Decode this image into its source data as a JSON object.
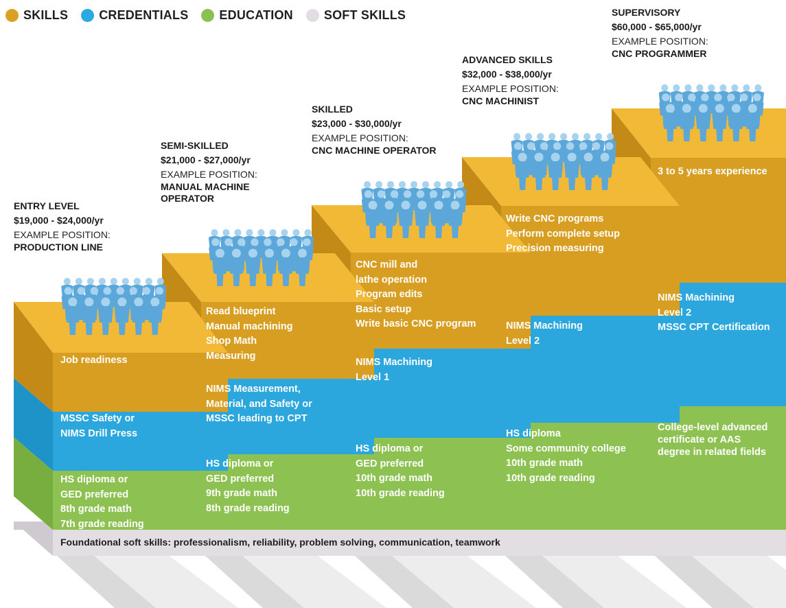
{
  "legend": [
    {
      "label": "SKILLS",
      "color": "#DCA025"
    },
    {
      "label": "CREDENTIALS",
      "color": "#2AAAE1"
    },
    {
      "label": "EDUCATION",
      "color": "#8CC152"
    },
    {
      "label": "SOFT SKILLS",
      "color": "#E2DDE2"
    }
  ],
  "colors": {
    "skills_front": "#D89E21",
    "skills_side": "#C48A18",
    "skills_top": "#F1B935",
    "credentials_front": "#2CA7DD",
    "credentials_side": "#1E93C8",
    "education_front": "#8DC253",
    "education_side": "#78AE3F",
    "soft_front": "#E2DEE2",
    "soft_side": "#CFCACF",
    "people_head": "#A8D3EF",
    "people_body": "#5BA7DA"
  },
  "steps": [
    {
      "level": "ENTRY LEVEL",
      "salary": "$19,000 - $24,000/yr",
      "example_label": "EXAMPLE POSITION:",
      "position": "PRODUCTION LINE",
      "skills": [
        "Job readiness"
      ],
      "credentials": [
        "MSSC Safety or",
        "NIMS Drill Press"
      ],
      "education": [
        "HS diploma or",
        "GED preferred",
        "8th grade math",
        "7th grade reading"
      ]
    },
    {
      "level": "SEMI-SKILLED",
      "salary": "$21,000 - $27,000/yr",
      "example_label": "EXAMPLE POSITION:",
      "position": "MANUAL MACHINE\nOPERATOR",
      "skills": [
        "Read blueprint",
        "Manual machining",
        "Shop Math",
        "Measuring"
      ],
      "credentials": [
        "NIMS Measurement,",
        "Material, and Safety or",
        "MSSC leading to CPT"
      ],
      "education": [
        "HS diploma or",
        "GED preferred",
        "9th grade math",
        "8th grade reading"
      ]
    },
    {
      "level": "SKILLED",
      "salary": "$23,000 - $30,000/yr",
      "example_label": "EXAMPLE POSITION:",
      "position": "CNC MACHINE OPERATOR",
      "skills": [
        "CNC mill and",
        "lathe operation",
        "Program edits",
        "Basic setup",
        "Write basic CNC program"
      ],
      "credentials": [
        "NIMS Machining",
        "Level 1"
      ],
      "education": [
        "HS diploma or",
        "GED preferred",
        "10th grade math",
        "10th grade reading"
      ]
    },
    {
      "level": "ADVANCED SKILLS",
      "salary": "$32,000 - $38,000/yr",
      "example_label": "EXAMPLE POSITION:",
      "position": "CNC MACHINIST",
      "skills": [
        "Write CNC programs",
        "Perform complete setup",
        "Precision measuring"
      ],
      "credentials": [
        "NIMS Machining",
        "Level 2"
      ],
      "education": [
        "HS diploma",
        "Some community college",
        "10th grade math",
        "10th grade reading"
      ]
    },
    {
      "level": "SUPERVISORY",
      "salary": "$60,000 - $65,000/yr",
      "example_label": "EXAMPLE POSITION:",
      "position": "CNC PROGRAMMER",
      "skills": [
        "3 to 5 years experience"
      ],
      "credentials": [
        "NIMS Machining",
        "Level 2",
        "MSSC CPT Certification"
      ],
      "education": [
        "College-level advanced",
        "certificate or AAS",
        "degree in related fields"
      ]
    }
  ],
  "soft_skills": "Foundational soft skills: professionalism, reliability, problem solving, communication, teamwork"
}
